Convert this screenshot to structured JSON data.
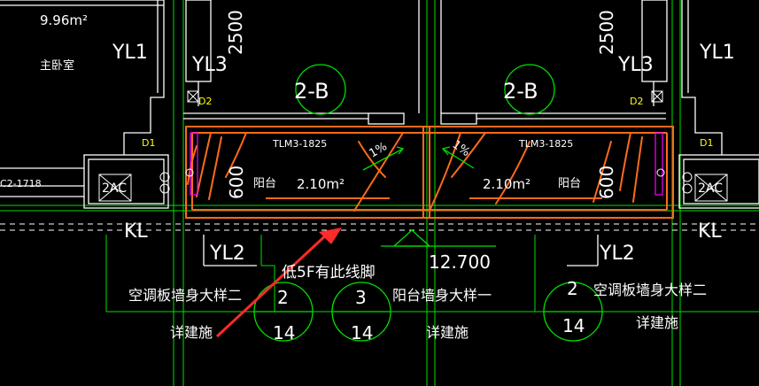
{
  "drawing": {
    "area_label": "9.96m²",
    "room_name": "主卧室",
    "column_yl1": "YL1",
    "column_yl3": "YL3",
    "column_yl2": "YL2",
    "dim_2500": "2500",
    "dim_600": "600",
    "detail_2b": "2-B",
    "door_d2": "D2",
    "door_d1": "D1",
    "door_tlm": "TLM3-1825",
    "window_c2": "C2-1718",
    "ac_label": "2AC",
    "beam_kl": "KL",
    "balcony": "阳台",
    "balcony_area": "2.10m²",
    "slope": "1%",
    "elevation": "12.700",
    "annotation": "低5F有此线脚",
    "ac_wall_detail": "空调板墙身大样二",
    "balcony_wall_detail": "阳台墙身大样一",
    "see_arch": "详建施",
    "callout_top_2": "2",
    "callout_top_3": "3",
    "callout_bottom_14": "14"
  },
  "colors": {
    "background": "#000000",
    "wall": "#ffffff",
    "axis": "#00ff00",
    "hatch": "#ff6a1a",
    "door_accent": "#ff00ff",
    "text_yellow": "#ffff00",
    "arrow": "#ff2a2a"
  }
}
